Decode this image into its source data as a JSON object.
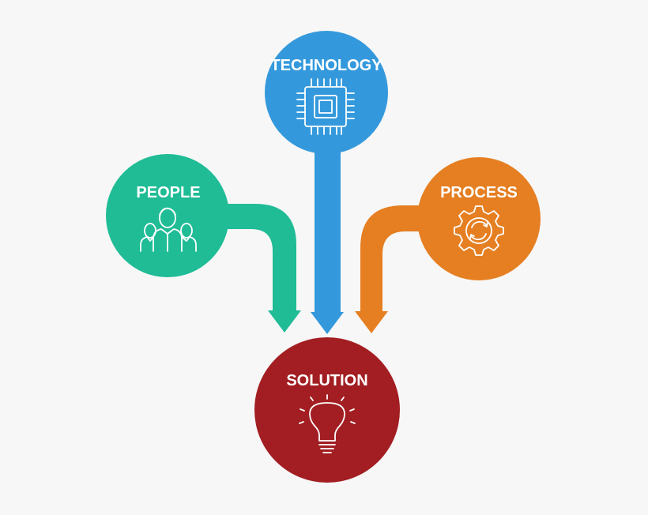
{
  "diagram": {
    "nodes": {
      "technology": {
        "label": "TECHNOLOGY",
        "color": "#3499dc",
        "icon": "cpu-chip-icon"
      },
      "people": {
        "label": "PEOPLE",
        "color": "#1fbc96",
        "icon": "team-people-icon"
      },
      "process": {
        "label": "PROCESS",
        "color": "#e57f22",
        "icon": "gear-cycle-icon"
      },
      "solution": {
        "label": "SOLUTION",
        "color": "#a21e22",
        "icon": "lightbulb-icon"
      }
    },
    "edges": [
      {
        "from": "people",
        "to": "solution"
      },
      {
        "from": "technology",
        "to": "solution"
      },
      {
        "from": "process",
        "to": "solution"
      }
    ]
  }
}
